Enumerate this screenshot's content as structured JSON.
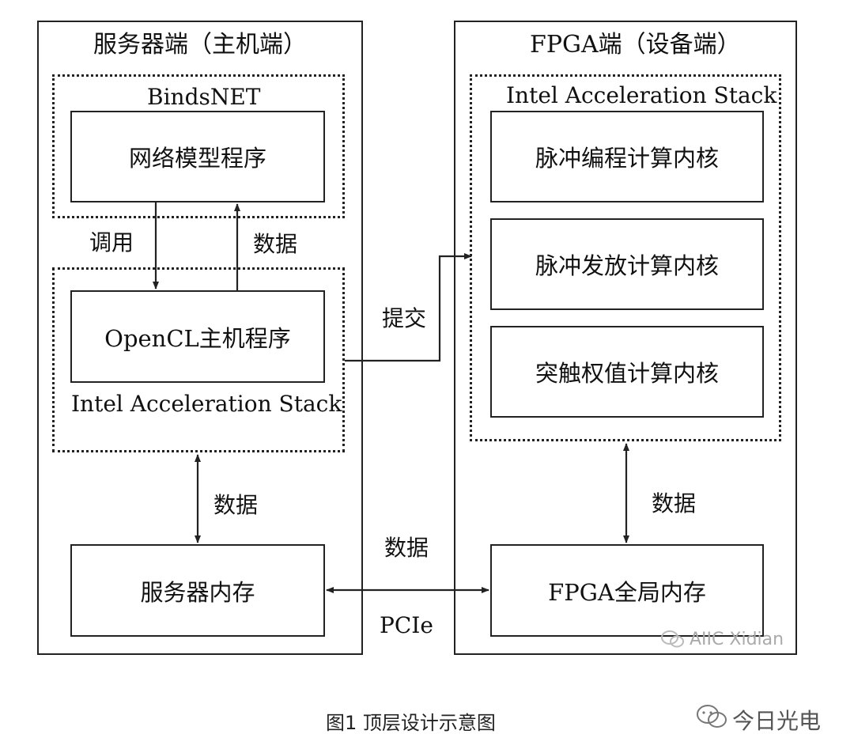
{
  "server": {
    "title": "服务器端（主机端）",
    "bindsnet_label": "BindsNET",
    "network_program": "网络模型程序",
    "call_label": "调用",
    "data_up_label": "数据",
    "opencl_program": "OpenCL主机程序",
    "ias_label": "Intel Acceleration Stack",
    "data_mid_label": "数据",
    "memory": "服务器内存"
  },
  "fpga": {
    "title": "FPGA端（设备端）",
    "ias_label": "Intel Acceleration Stack",
    "kernels": [
      "脉冲编程计算内核",
      "脉冲发放计算内核",
      "突触权值计算内核"
    ],
    "data_label": "数据",
    "memory": "FPGA全局内存"
  },
  "links": {
    "submit_label": "提交",
    "data_label": "数据",
    "pcie_label": "PCIe"
  },
  "watermark_inline": "AIIC Xidian",
  "caption": "图1 顶层设计示意图",
  "watermark_brand": "今日光电"
}
